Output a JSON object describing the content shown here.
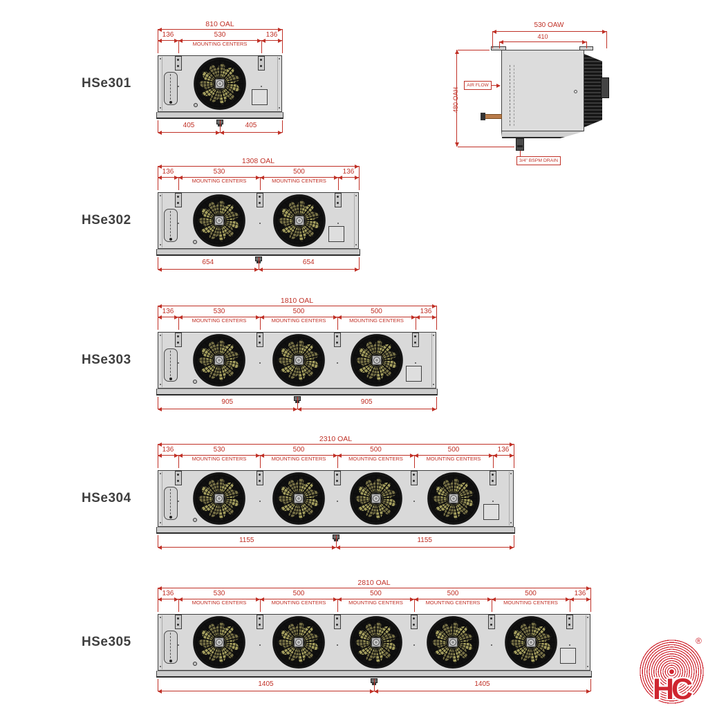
{
  "colors": {
    "dimension": "#c03026",
    "line": "#3f3f3f",
    "label": "#3f3f3f",
    "body": "#d9d9d9",
    "tray": "#cdcdcd",
    "blade": "#a49e5e",
    "copper": "#b87b4a",
    "logo_red": "#cf2630"
  },
  "units": [
    {
      "model": "HSe301",
      "oal_mm": 810,
      "oal_label": "810  OAL",
      "fans": 1,
      "segments": [
        {
          "mm": 136,
          "label": "136"
        },
        {
          "mm": 530,
          "label": "530",
          "sublabel": "MOUNTING CENTERS"
        },
        {
          "mm": 136,
          "label": "136"
        }
      ],
      "bottom_labels": [
        "405",
        "405"
      ]
    },
    {
      "model": "HSe302",
      "oal_mm": 1308,
      "oal_label": "1308  OAL",
      "fans": 2,
      "segments": [
        {
          "mm": 136,
          "label": "136"
        },
        {
          "mm": 530,
          "label": "530",
          "sublabel": "MOUNTING CENTERS"
        },
        {
          "mm": 500,
          "label": "500",
          "sublabel": "MOUNTING CENTERS"
        },
        {
          "mm": 136,
          "label": "136"
        }
      ],
      "bottom_labels": [
        "654",
        "654"
      ]
    },
    {
      "model": "HSe303",
      "oal_mm": 1810,
      "oal_label": "1810  OAL",
      "fans": 3,
      "segments": [
        {
          "mm": 136,
          "label": "136"
        },
        {
          "mm": 530,
          "label": "530",
          "sublabel": "MOUNTING CENTERS"
        },
        {
          "mm": 500,
          "label": "500",
          "sublabel": "MOUNTING CENTERS"
        },
        {
          "mm": 500,
          "label": "500",
          "sublabel": "MOUNTING CENTERS"
        },
        {
          "mm": 136,
          "label": "136"
        }
      ],
      "bottom_labels": [
        "905",
        "905"
      ]
    },
    {
      "model": "HSe304",
      "oal_mm": 2310,
      "oal_label": "2310  OAL",
      "fans": 4,
      "segments": [
        {
          "mm": 136,
          "label": "136"
        },
        {
          "mm": 530,
          "label": "530",
          "sublabel": "MOUNTING CENTERS"
        },
        {
          "mm": 500,
          "label": "500",
          "sublabel": "MOUNTING CENTERS"
        },
        {
          "mm": 500,
          "label": "500",
          "sublabel": "MOUNTING CENTERS"
        },
        {
          "mm": 500,
          "label": "500",
          "sublabel": "MOUNTING CENTERS"
        },
        {
          "mm": 136,
          "label": "136"
        }
      ],
      "bottom_labels": [
        "1155",
        "1155"
      ]
    },
    {
      "model": "HSe305",
      "oal_mm": 2810,
      "oal_label": "2810  OAL",
      "fans": 5,
      "segments": [
        {
          "mm": 136,
          "label": "136"
        },
        {
          "mm": 530,
          "label": "530",
          "sublabel": "MOUNTING CENTERS"
        },
        {
          "mm": 500,
          "label": "500",
          "sublabel": "MOUNTING CENTERS"
        },
        {
          "mm": 500,
          "label": "500",
          "sublabel": "MOUNTING CENTERS"
        },
        {
          "mm": 500,
          "label": "500",
          "sublabel": "MOUNTING CENTERS"
        },
        {
          "mm": 500,
          "label": "500",
          "sublabel": "MOUNTING CENTERS"
        },
        {
          "mm": 136,
          "label": "136"
        }
      ],
      "bottom_labels": [
        "1405",
        "1405"
      ]
    }
  ],
  "side_view": {
    "oaw_label": "530  OAW",
    "coil_width_label": "410",
    "oah_label": "480  OAH",
    "airflow_label": "AIR FLOW",
    "drain_label": "3/4\" BSPM DRAIN"
  },
  "logo": {
    "letters": "HC",
    "registered_mark": "®"
  }
}
